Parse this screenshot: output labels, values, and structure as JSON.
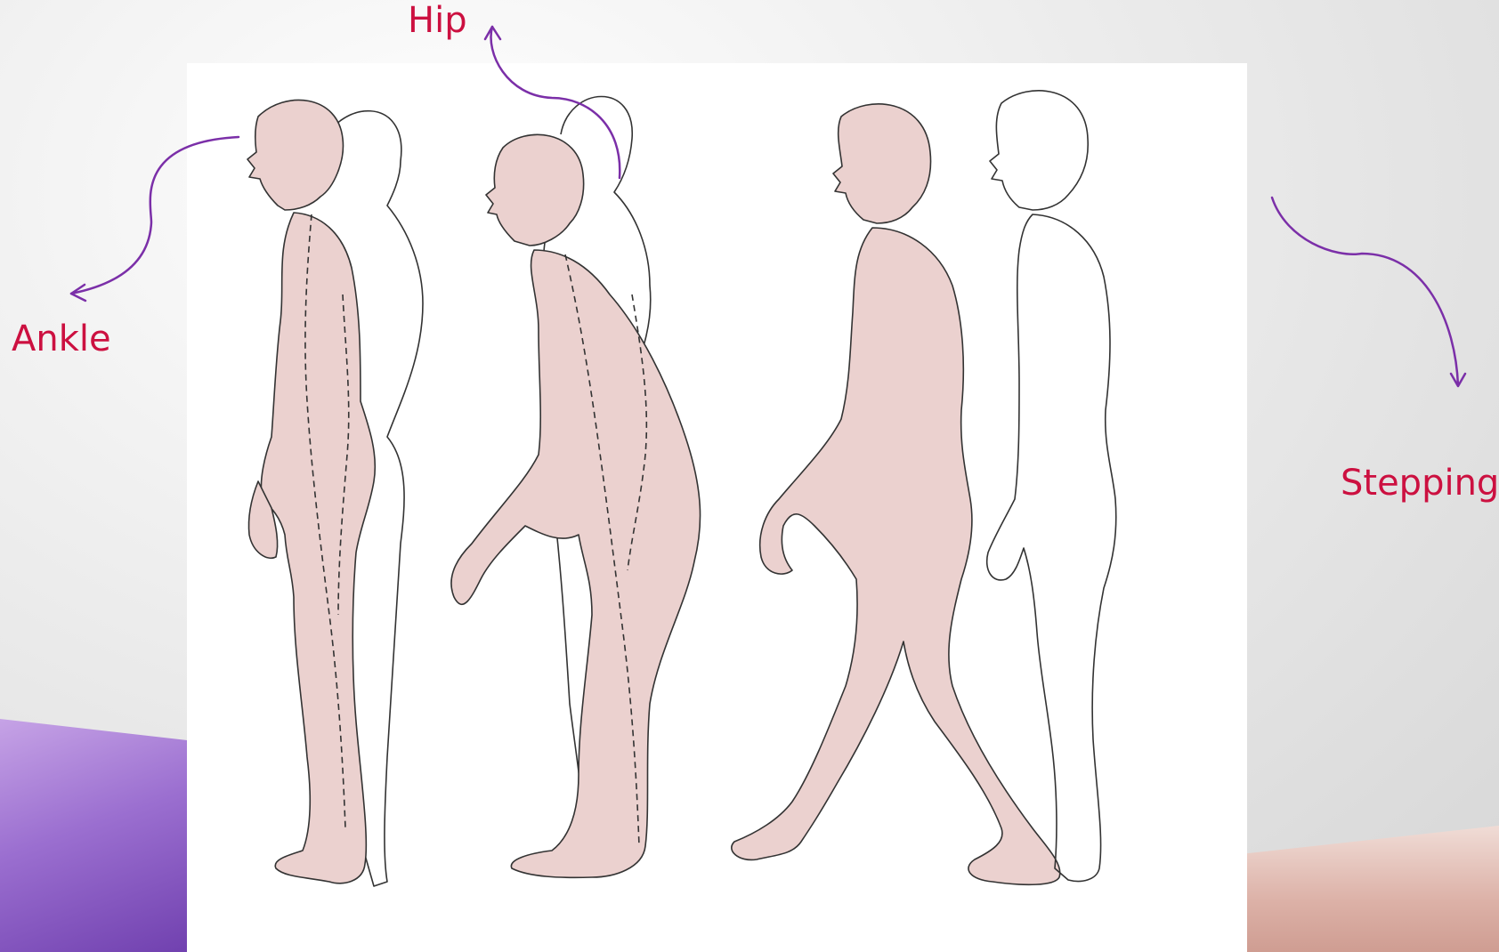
{
  "labels": {
    "ankle": "Ankle",
    "hip": "Hip",
    "stepping": "Stepping"
  },
  "colors": {
    "label_text": "#cc1040",
    "arrow": "#7b2fa8",
    "body_fill": "#ebd1cf",
    "outline": "#333333",
    "accent_left": "#9b6fd0",
    "accent_right": "#dcb1a7"
  },
  "icons": {
    "ankle_arrow": "curved-arrow-icon",
    "hip_arrow": "curved-arrow-icon",
    "stepping_arrow": "curved-arrow-icon"
  }
}
